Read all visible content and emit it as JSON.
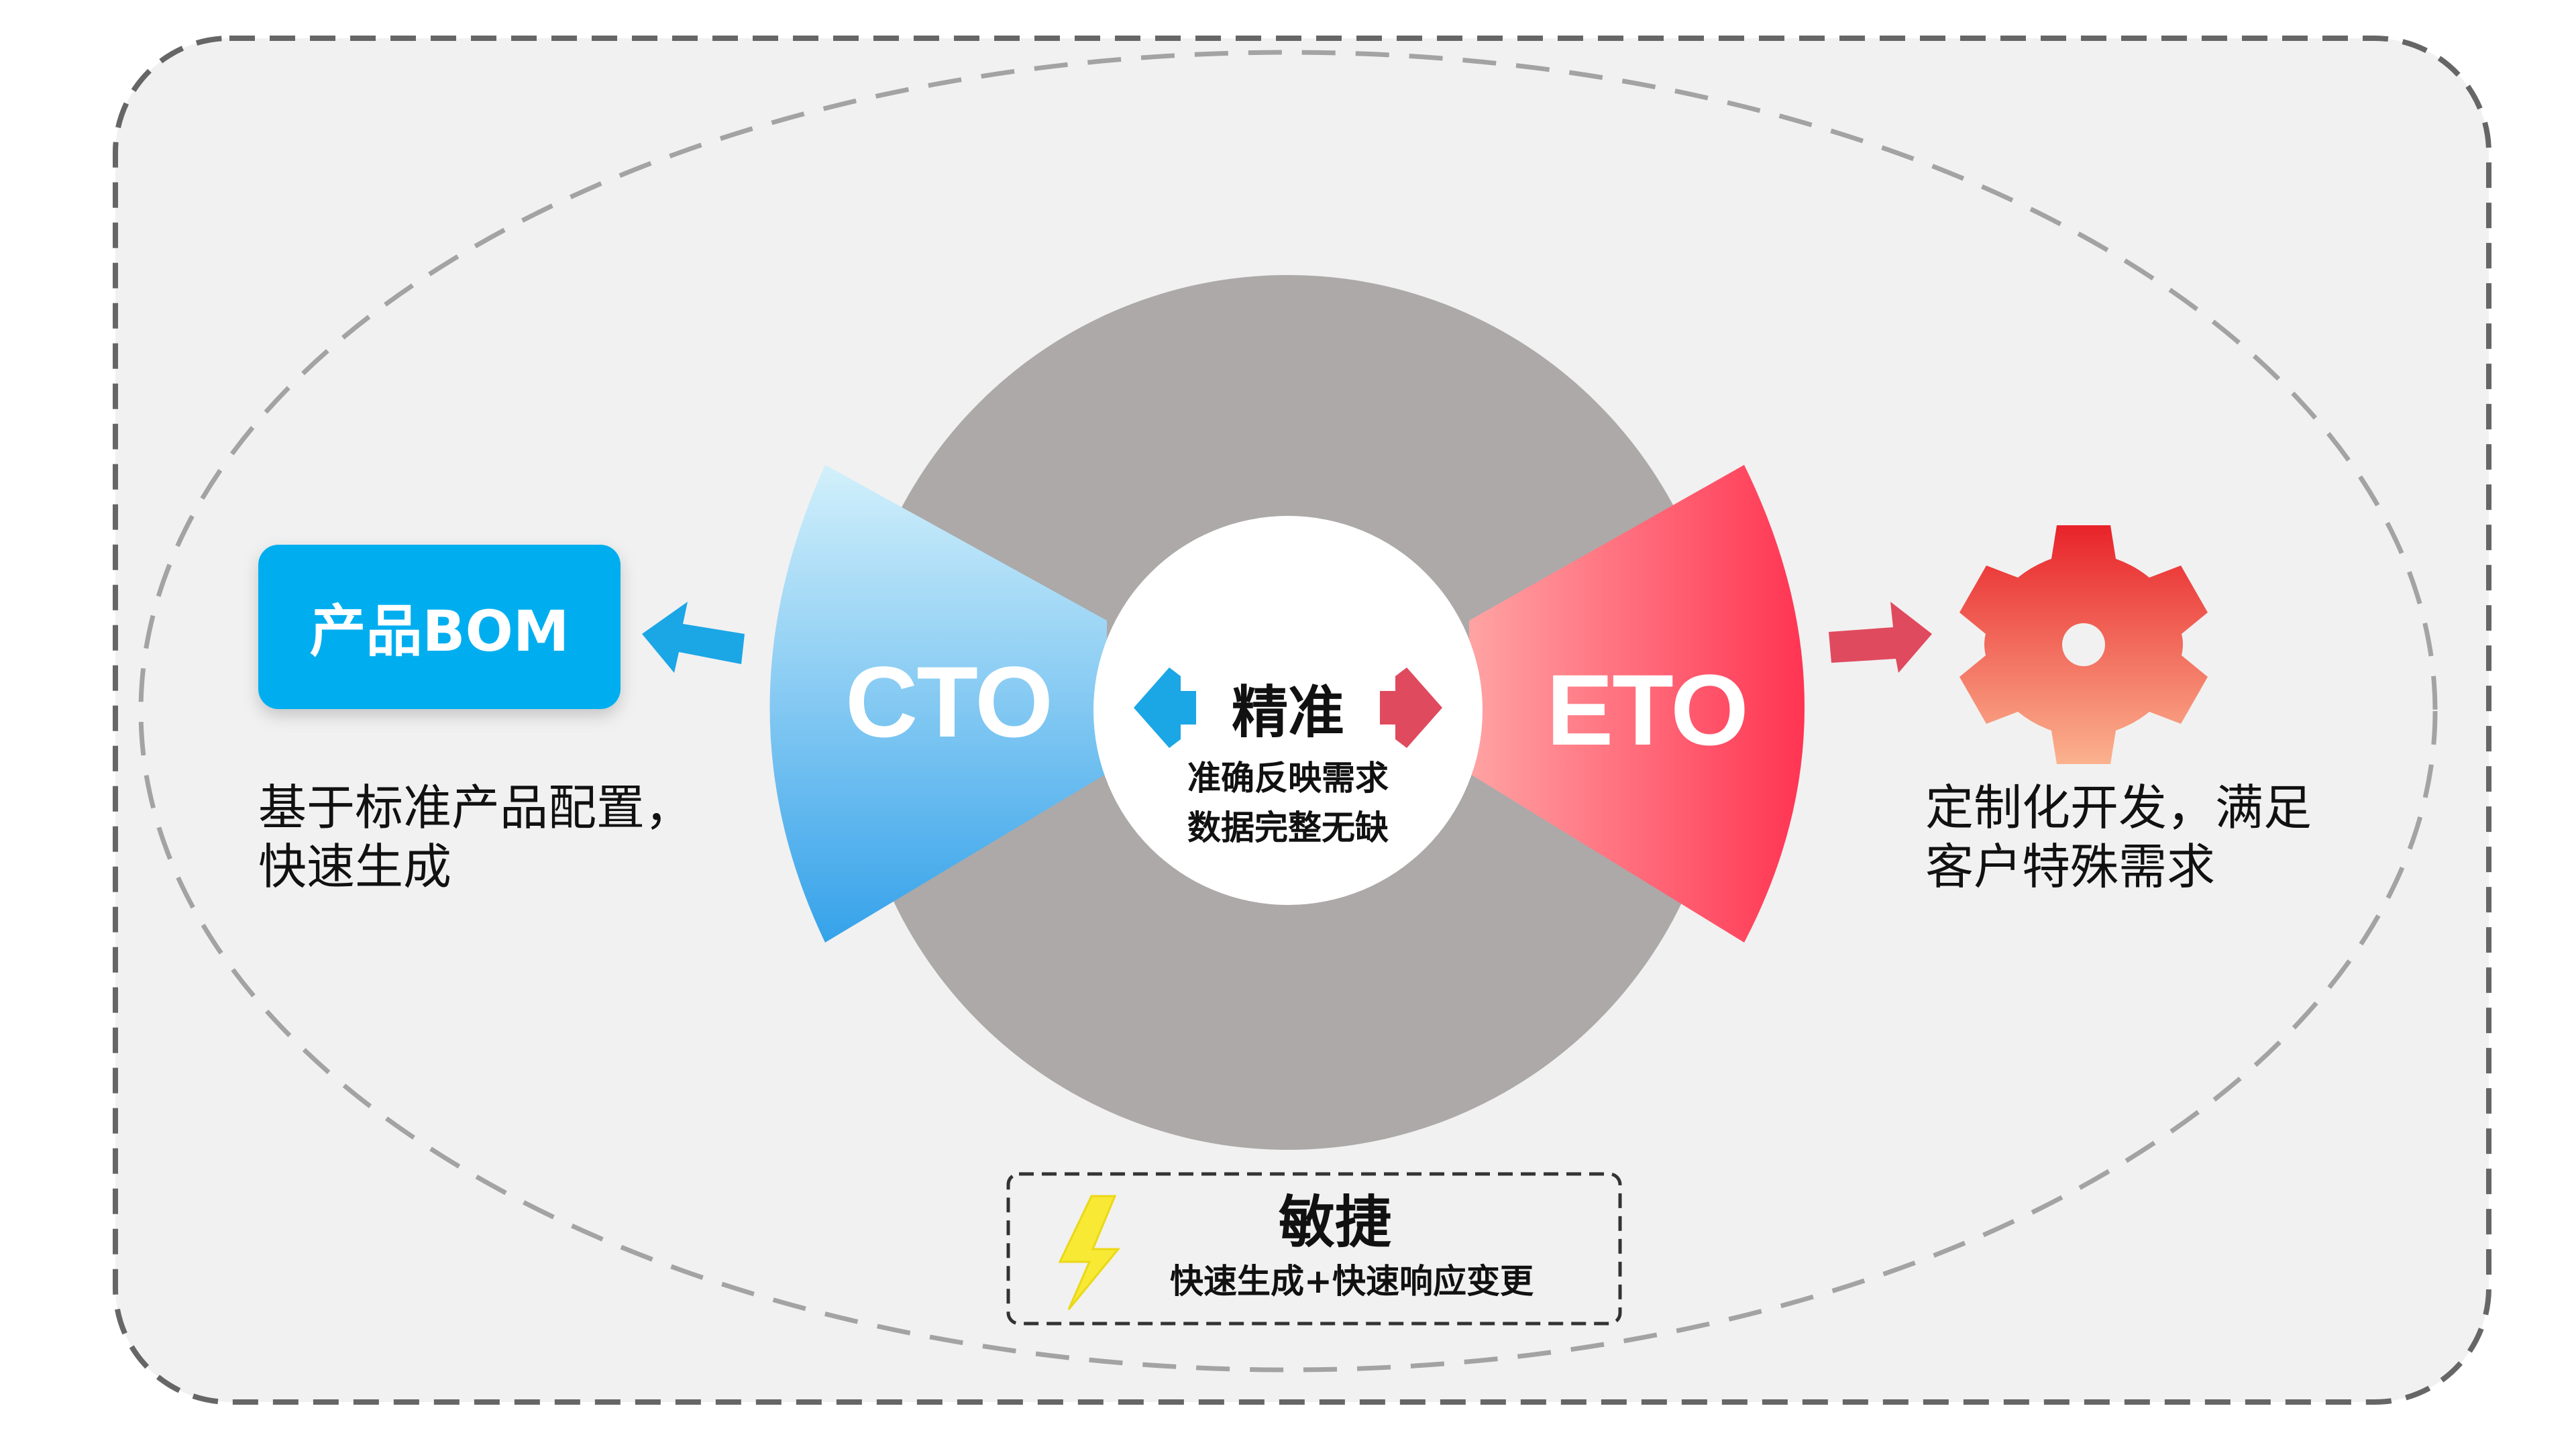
{
  "product_bom": {
    "label": "产品BOM",
    "color": "#00AEEF"
  },
  "cto": {
    "label": "CTO",
    "description_line1": "基于标准产品配置，",
    "description_line2": "快速生成",
    "gradient_top": "#C8ECFA",
    "gradient_bottom": "#3AA6EA"
  },
  "eto": {
    "label": "ETO",
    "description_line1": "定制化开发，满足",
    "description_line2": "客户特殊需求",
    "gradient_left": "#FF9B9B",
    "gradient_right": "#FF3652"
  },
  "center": {
    "title": "精准",
    "line1": "准确反映需求",
    "line2": "数据完整无缺"
  },
  "agile": {
    "title": "敏捷",
    "subtitle": "快速生成+快速响应变更",
    "icon": "lightning-icon",
    "icon_color": "#F7E934"
  },
  "icons": {
    "left_arrow": "arrow-left-icon",
    "right_arrow": "arrow-right-icon",
    "gear": "gear-icon"
  },
  "colors": {
    "ring": "#ACA9A8",
    "panel": "#F1F1F1",
    "arrow_blue": "#1BA6E6",
    "arrow_red": "#E04A5E",
    "gear_top": "#E8262A",
    "gear_bottom": "#F9A07F"
  }
}
